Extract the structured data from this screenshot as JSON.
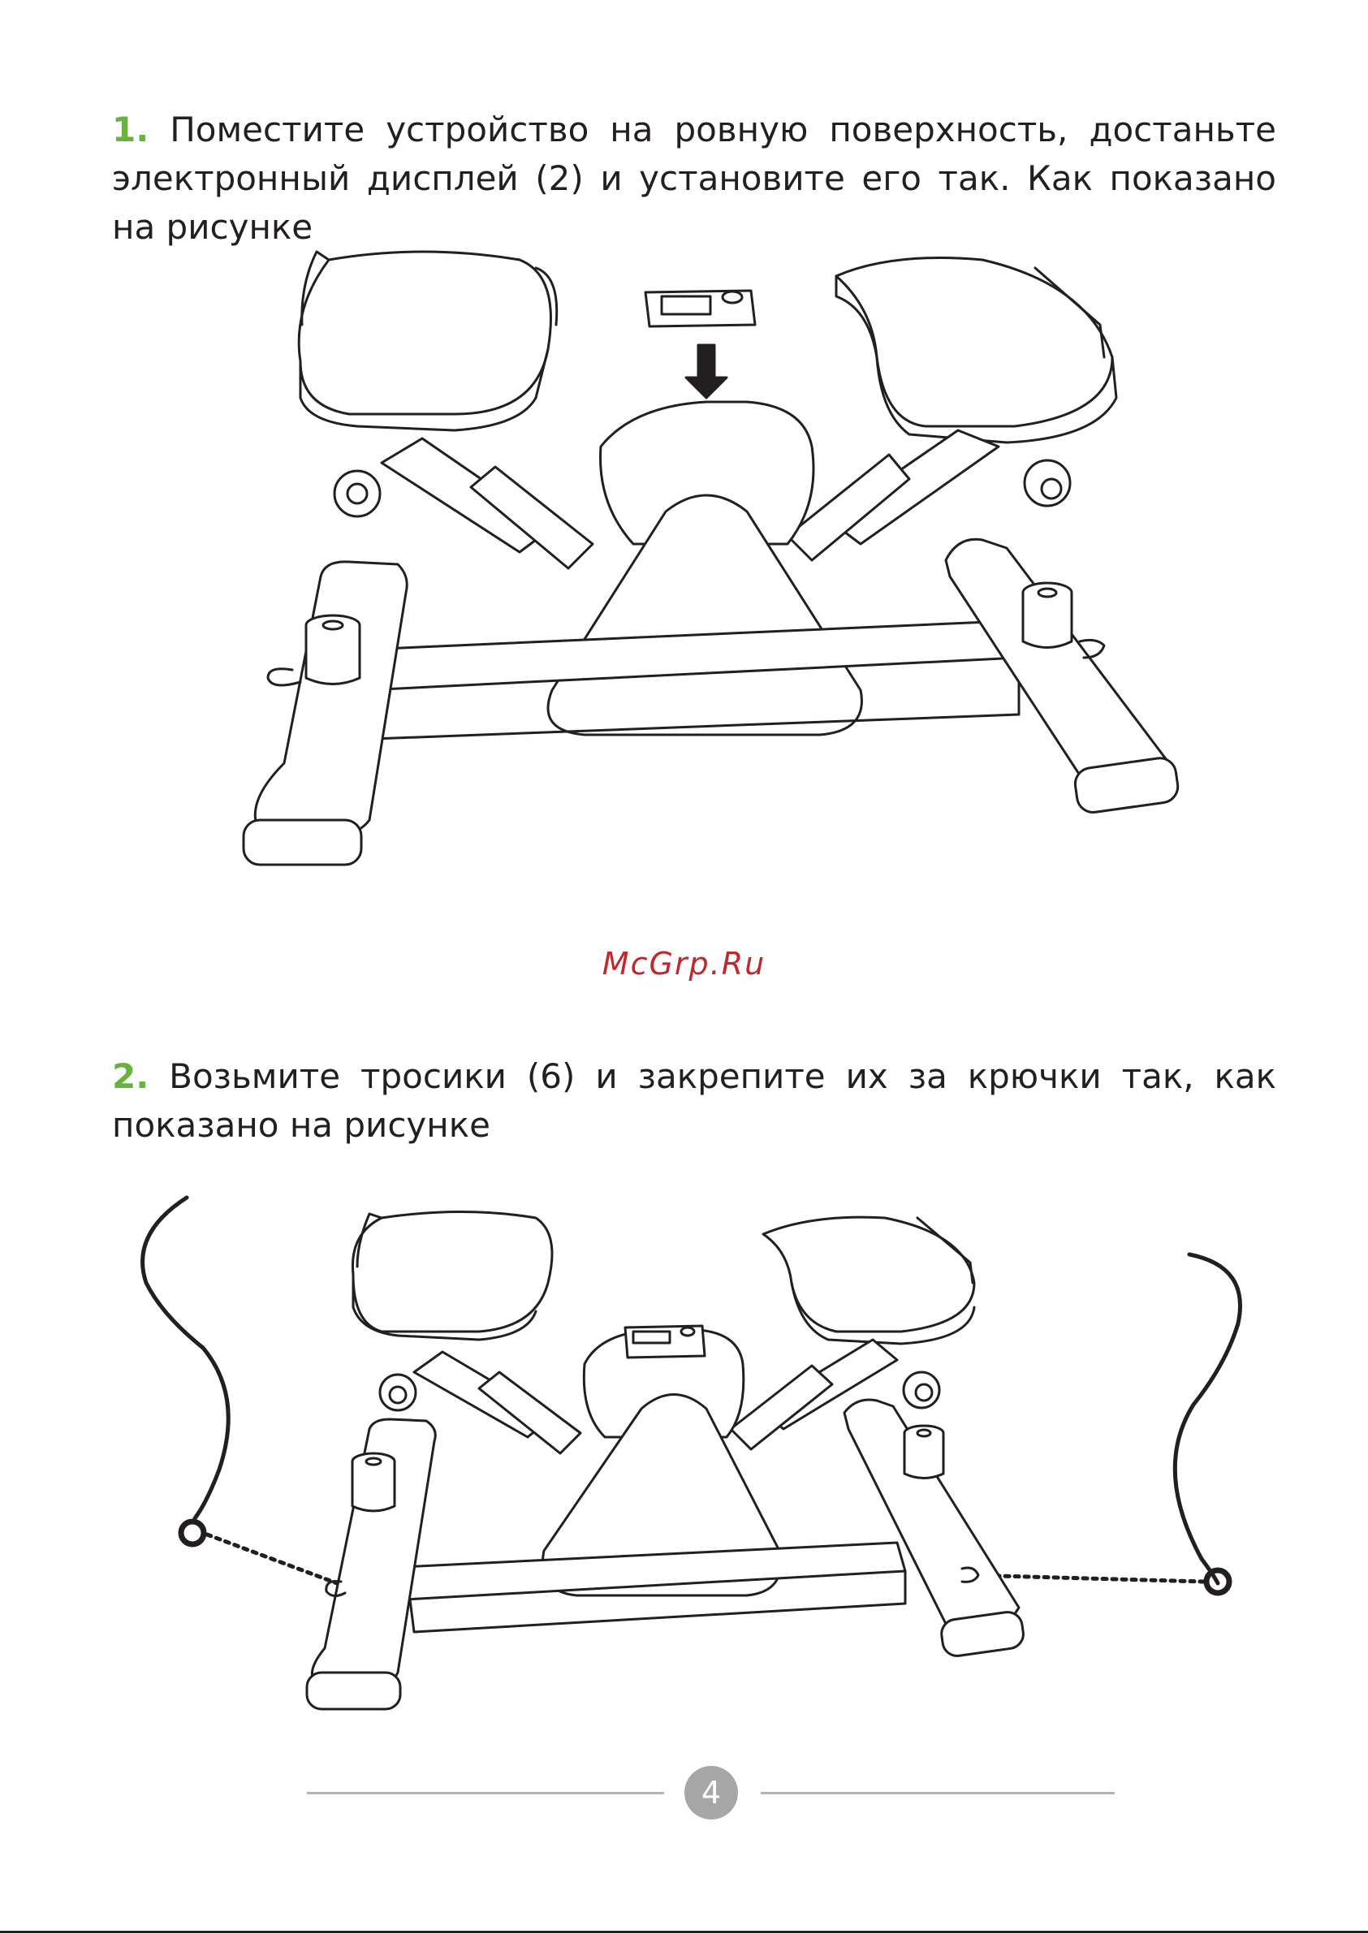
{
  "steps": [
    {
      "number": "1.",
      "text": "Поместите устройство на ровную поверхность, достаньте электронный дисплей (2) и установите его так. Как показано на рисунке"
    },
    {
      "number": "2.",
      "text": "Возьмите тросики (6) и закрепите их за крючки так, как показано на рисунке"
    }
  ],
  "watermark": "McGrp.Ru",
  "page_number": "4",
  "colors": {
    "step_number": "#6ab23e",
    "watermark": "#c1272d",
    "page_badge": "#a7a7a7"
  }
}
